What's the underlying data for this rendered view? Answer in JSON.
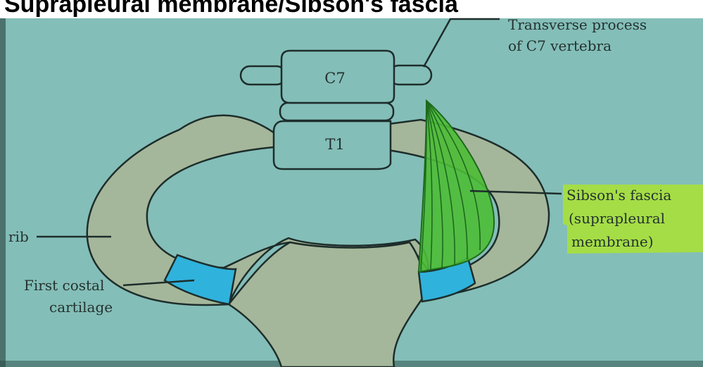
{
  "title": "Suprapleural membrane/Sibson's fascia",
  "labels": {
    "c7": "C7",
    "t1": "T1",
    "transverse_process_line1": "Transverse process",
    "transverse_process_line2": "of C7 vertebra",
    "sibsons_fascia_line1": "Sibson's fascia",
    "sibsons_fascia_line2": "(suprapleural",
    "sibsons_fascia_line3": "membrane)",
    "rib": "rib",
    "costal_cartilage_line1": "First costal",
    "costal_cartilage_line2": "cartilage"
  },
  "colors": {
    "background": "#84beb8",
    "bone_fill": "#a5b79a",
    "cartilage_fill": "#2fb2dc",
    "fascia_fill": "#4cbc36",
    "fascia_stroke": "#1d6a1c",
    "outline": "#1d2d2b",
    "label_text": "#24322f",
    "highlight": "#a9e03a"
  }
}
